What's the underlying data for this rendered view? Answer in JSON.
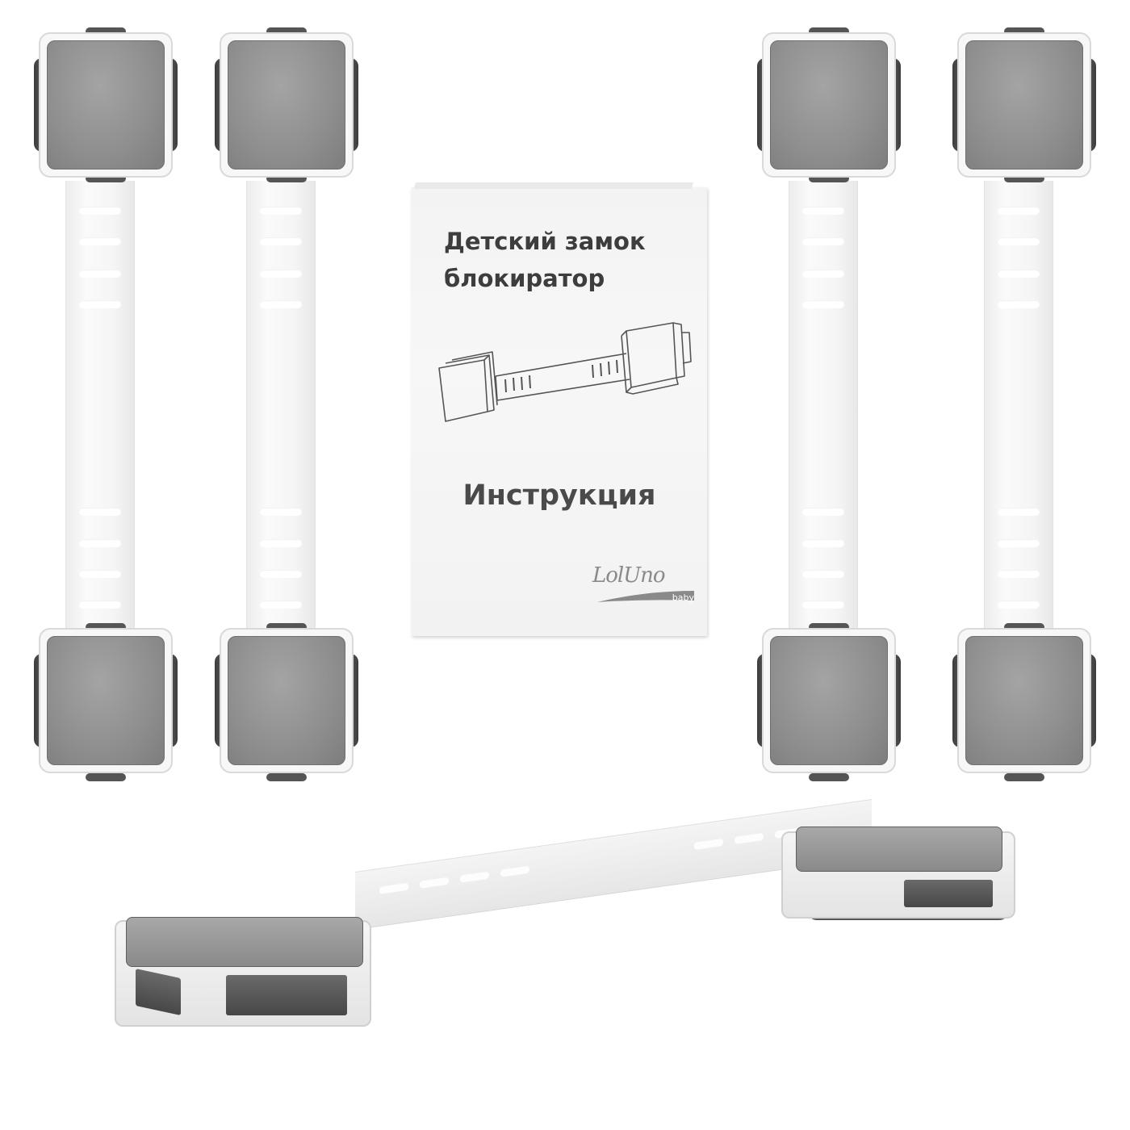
{
  "booklet": {
    "title_line1": "Детский замок",
    "title_line2": "блокиратор",
    "subtitle": "Инструкция",
    "logo_text": "LolUno",
    "logo_sub": "baby"
  },
  "colors": {
    "background": "#ffffff",
    "pad_gray": "#8e8e8e",
    "dark_gray": "#4a4a4a",
    "strap_white": "#f5f5f5"
  }
}
